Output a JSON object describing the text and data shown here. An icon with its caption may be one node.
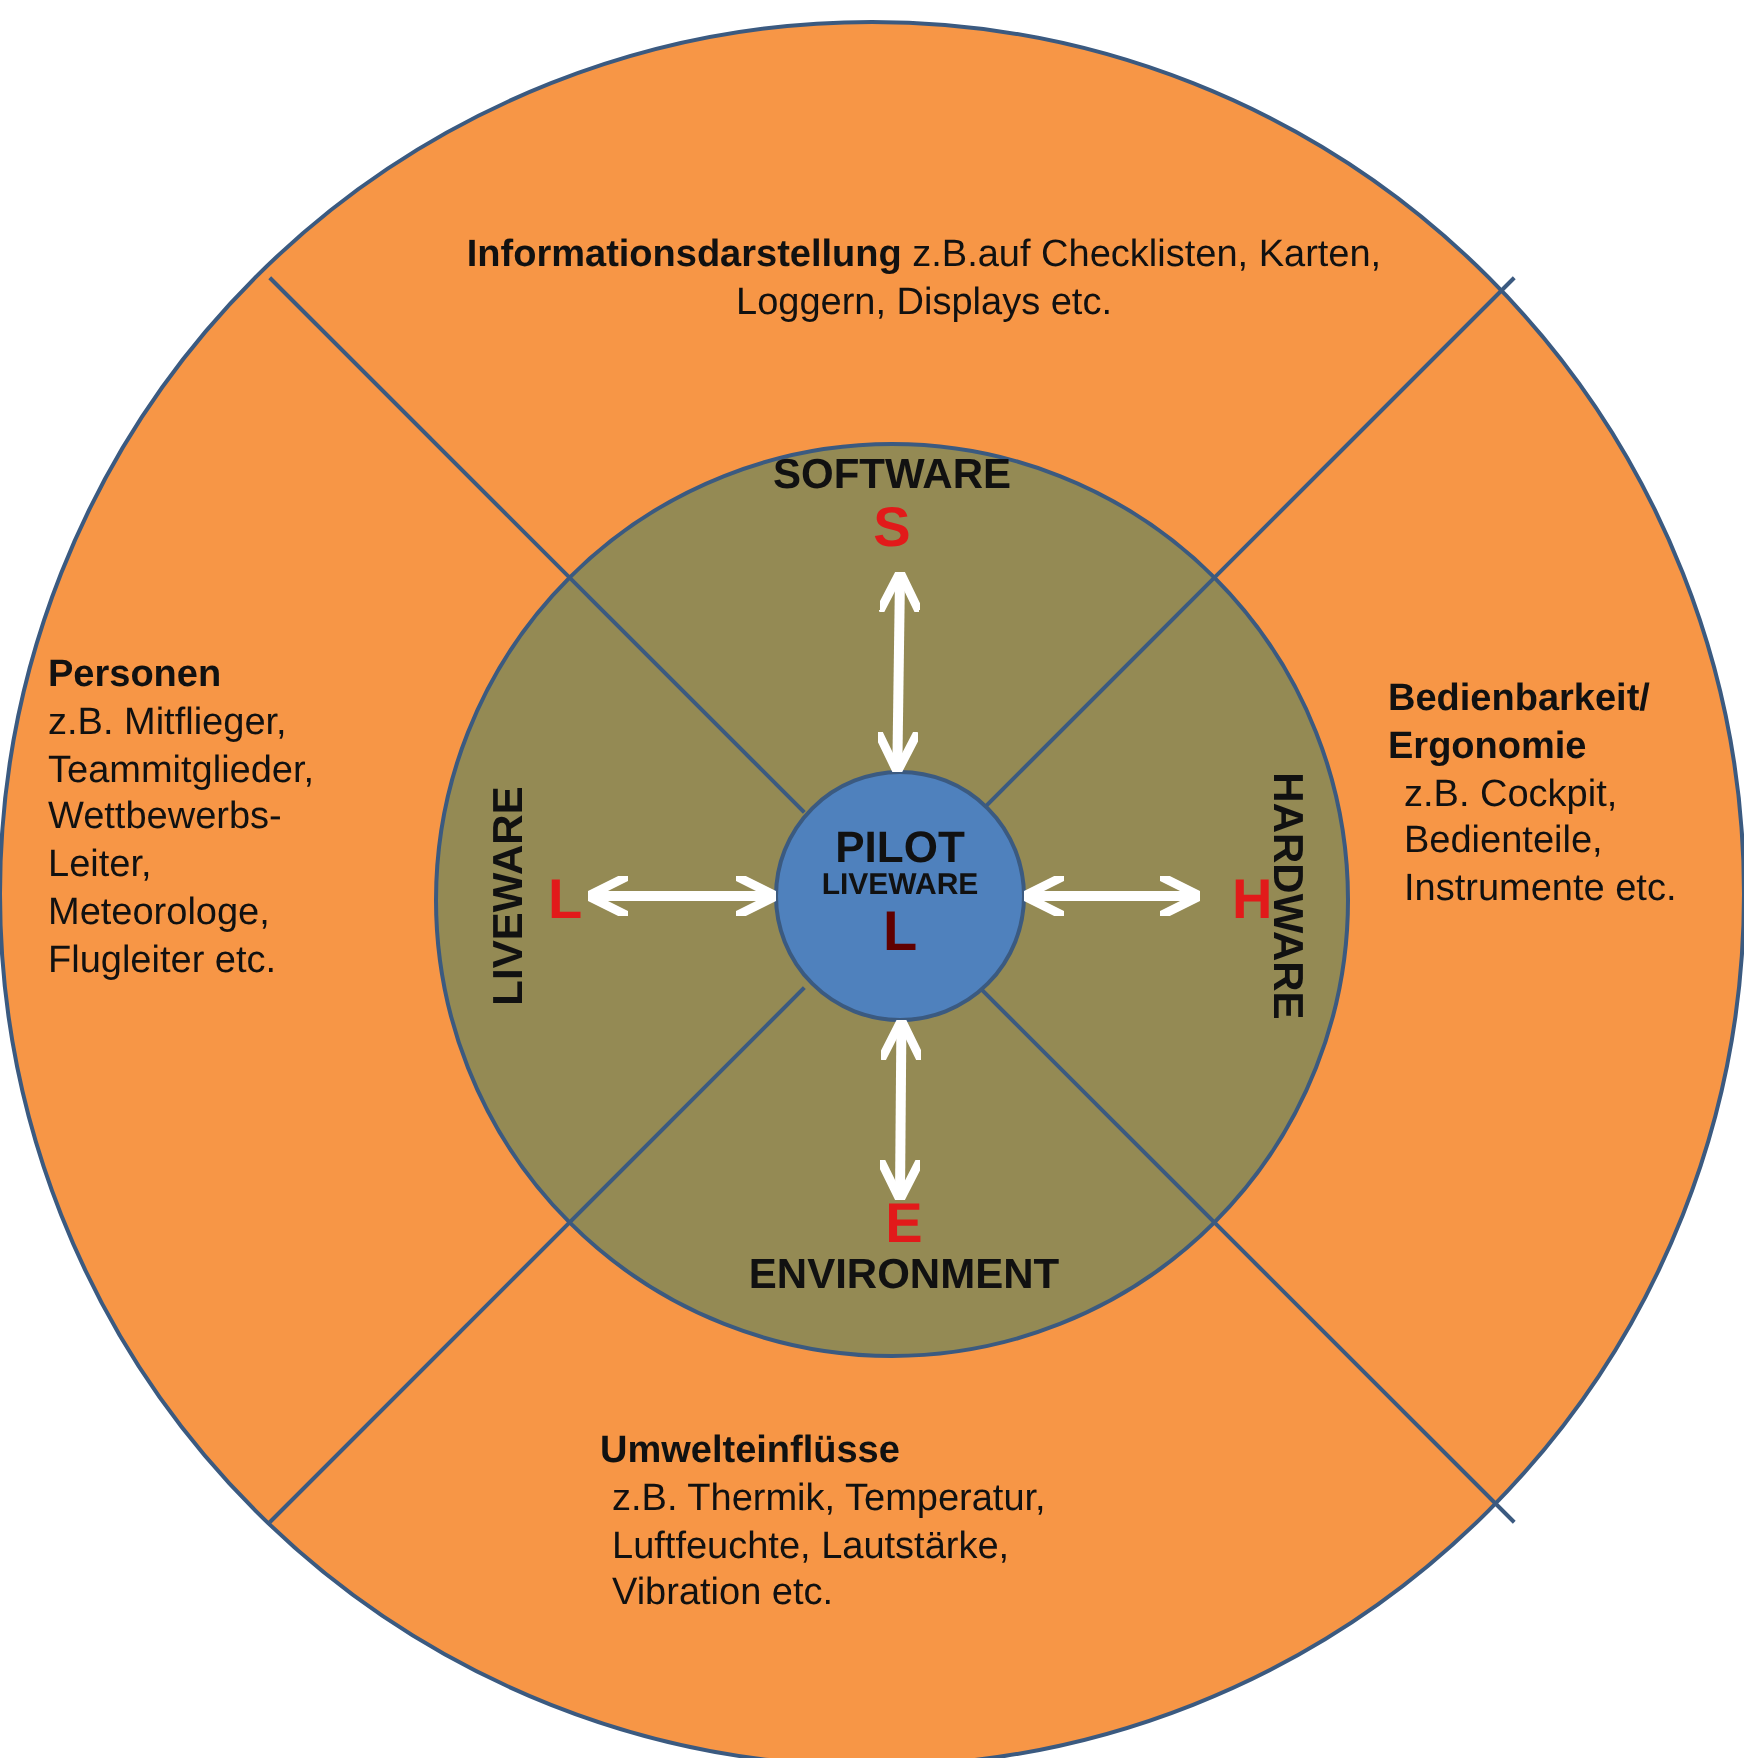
{
  "diagram": {
    "nodes": [
      {
        "text": [
          "**Informationsdarstellung** z.B.auf Checklisten, Karten, Loggern, Displays etc."
        ]
      },
      {
        "text": [
          "Personen",
          "z.B. Mitflieger, Teammitglieder, Wettbewerbs-Leiter, Meteorologe, Flugleiter etc."
        ]
      },
      {
        "text": [
          "Bedienbarkeit/ Ergonomie",
          "z.B. Cockpit, Bedienteile, Instrumente etc."
        ]
      },
      {
        "text": [
          "Umwelteinflüsse",
          "z.B. Thermik, Temperatur, Luftfeuchte, Lautstärke, Vibration etc."
        ]
      },
      {
        "text": [
          "SOFTWARE",
          "S"
        ]
      },
      {
        "text": [
          "LIVEWARE",
          "L"
        ]
      },
      {
        "text": [
          "HARDWARE",
          "H"
        ]
      },
      {
        "text": [
          "E",
          "ENVIRONMENT"
        ]
      },
      {
        "text": [
          "PILOT",
          "LIVEWARE",
          "L"
        ]
      }
    ],
    "edges": [
      {
        "from": 8,
        "to": 4,
        "arrow": "both"
      },
      {
        "from": 8,
        "to": 5,
        "arrow": "both"
      },
      {
        "from": 8,
        "to": 6,
        "arrow": "both"
      },
      {
        "from": 8,
        "to": 7,
        "arrow": "both"
      }
    ]
  }
}
